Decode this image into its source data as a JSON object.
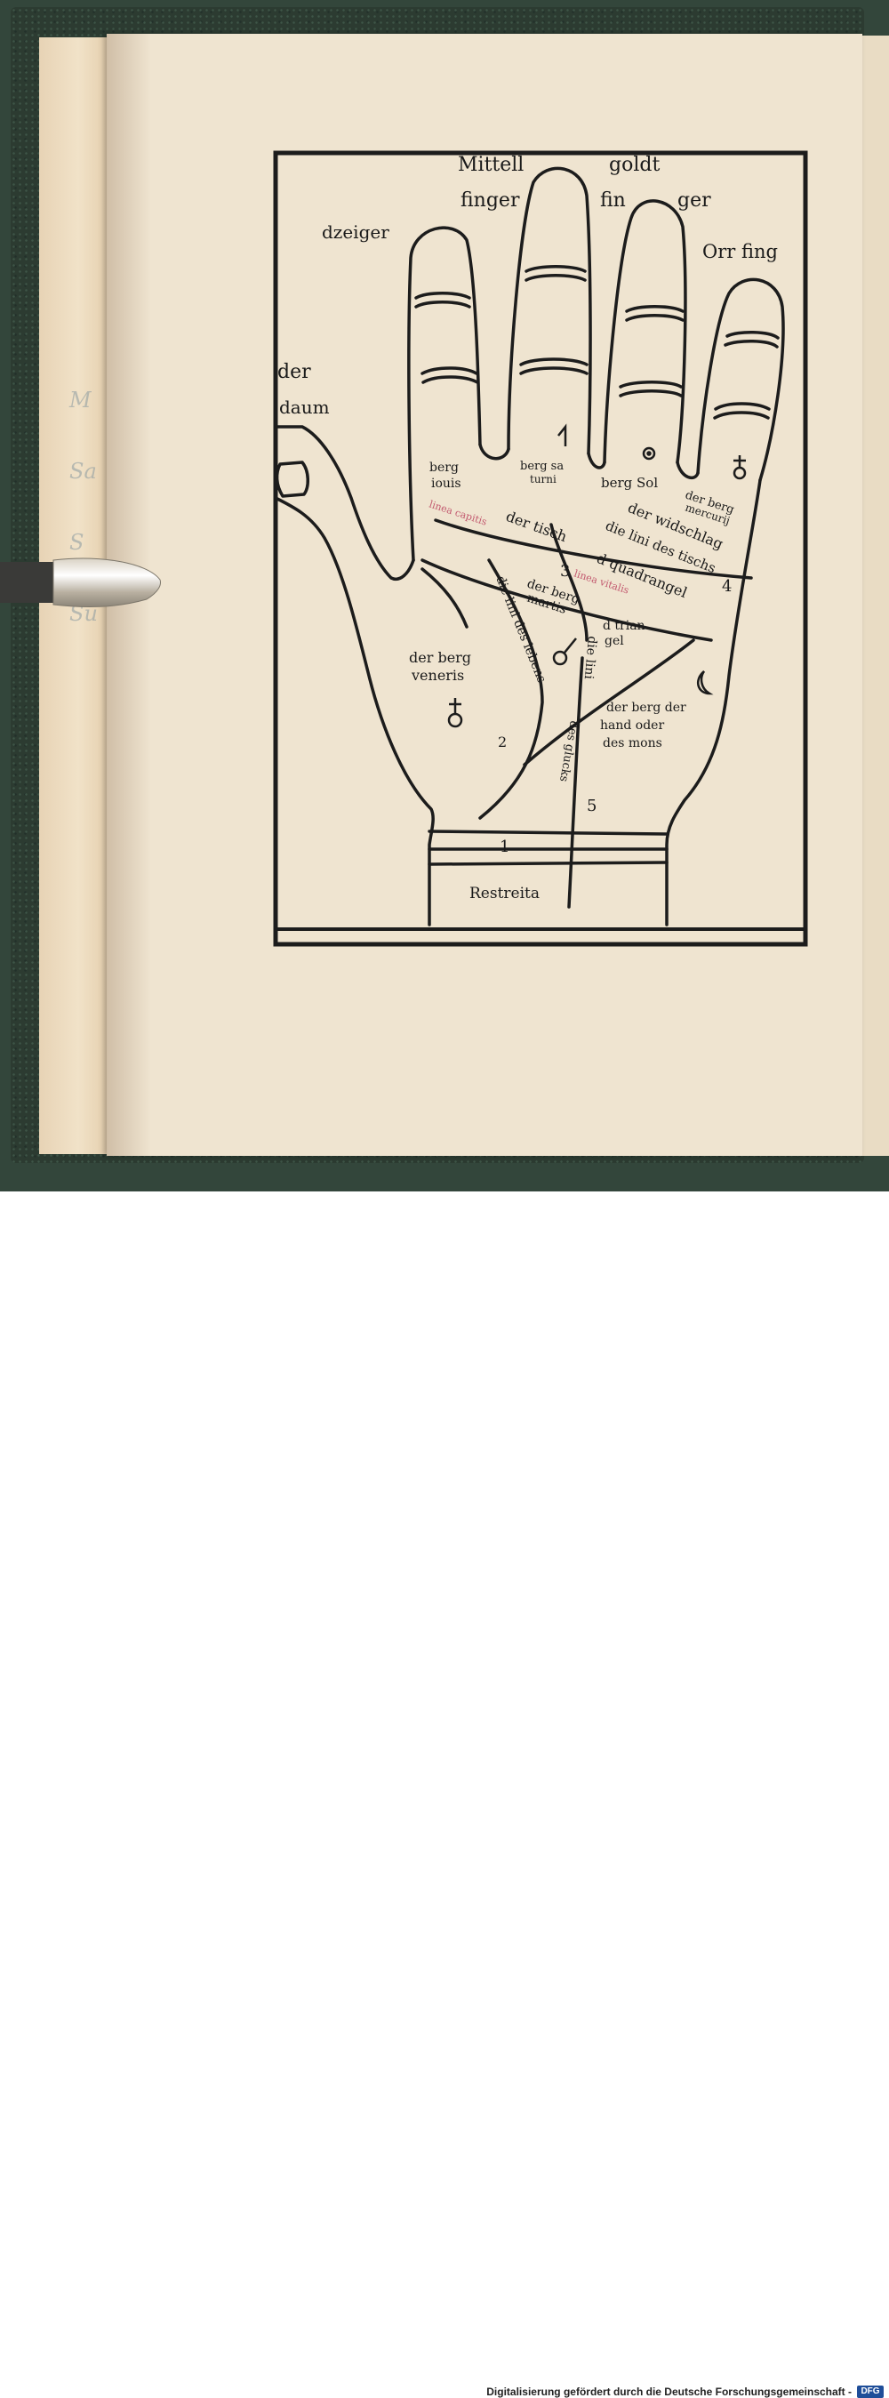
{
  "woodcut": {
    "finger_labels": {
      "middle_finger_a": "Mittell",
      "middle_finger_b": "finger",
      "ring_finger_a": "goldt",
      "ring_finger_b": "fin",
      "ring_finger_c": "ger",
      "index_finger": "dzeiger",
      "little_finger": "Orr fing",
      "thumb_a": "der",
      "thumb_b": "daum"
    },
    "mounts": {
      "jupiter_a": "berg",
      "jupiter_b": "iouis",
      "saturn_a": "berg sa",
      "saturn_b": "turni",
      "sol": "berg Sol",
      "mercury_a": "der berg",
      "mercury_b": "mercurij",
      "venus_a": "der berg",
      "venus_b": "veneris",
      "mars_a": "der berg",
      "mars_b": "martis",
      "moon_a": "der berg der",
      "moon_b": "hand oder",
      "moon_c": "des mons"
    },
    "lines": {
      "table": "der tisch",
      "widschlag": "der widschlag",
      "table_line": "die lini des tischs",
      "number_4": "4",
      "quadrangle": "d quadrangel",
      "number_3": "3",
      "life_line": "die lini des lebens",
      "number_2": "2",
      "triangle_a": "d trian",
      "triangle_b": "gel",
      "head_line": "die lini",
      "luck_line": "des glucks",
      "number_5": "5",
      "number_1": "1",
      "wrist": "Restreita"
    },
    "annotations": {
      "red_1": "linea capitis",
      "red_2": "linea vitalis"
    }
  },
  "margin_notes": [
    "M",
    "Sa",
    "S",
    "Su"
  ],
  "footer": {
    "credit": "Digitalisierung gefördert durch die Deutsche Forschungsgemeinschaft -",
    "logo": "DFG"
  }
}
